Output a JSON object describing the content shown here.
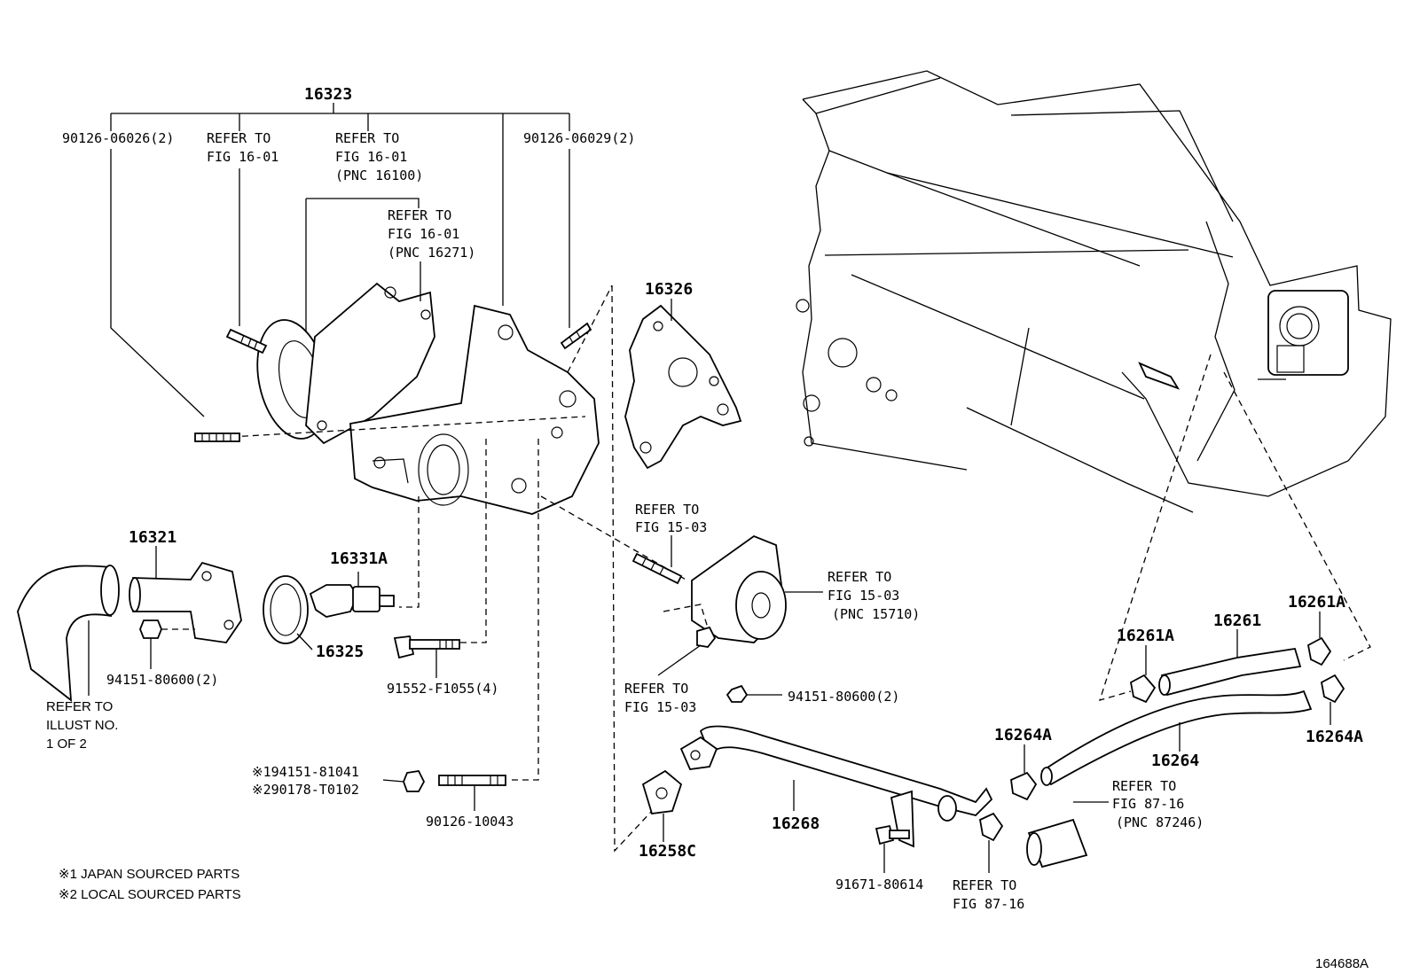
{
  "labels": {
    "p16323": "16323",
    "p90126_06026": "90126-06026(2)",
    "p90126_06029": "90126-06029(2)",
    "ref_1601_a_1": "REFER TO",
    "ref_1601_a_2": "FIG 16-01",
    "ref_1601_b_1": "REFER TO",
    "ref_1601_b_2": "FIG 16-01",
    "ref_1601_b_3": "(PNC 16100)",
    "ref_1601_c_1": "REFER TO",
    "ref_1601_c_2": "FIG 16-01",
    "ref_1601_c_3": "(PNC 16271)",
    "p16326": "16326",
    "p16321": "16321",
    "p16331A": "16331A",
    "p16325": "16325",
    "p94151_80600_a": "94151-80600(2)",
    "p91552": "91552-F1055(4)",
    "ref_illust_1": "REFER TO",
    "ref_illust_2": "ILLUST NO.",
    "ref_illust_3": "1 OF 2",
    "p194151": "※194151-81041",
    "p290178": "※290178-T0102",
    "p90126_10043": "90126-10043",
    "note1": "※1 JAPAN SOURCED PARTS",
    "note2": "※2 LOCAL SOURCED PARTS",
    "ref_1503_a_1": "REFER TO",
    "ref_1503_a_2": "FIG 15-03",
    "ref_1503_b_1": "REFER TO",
    "ref_1503_b_2": "FIG 15-03",
    "ref_1503_b_3": "(PNC 15710)",
    "ref_1503_c_1": "REFER TO",
    "ref_1503_c_2": "FIG 15-03",
    "p94151_80600_b": "94151-80600(2)",
    "p16268": "16268",
    "p16258C": "16258C",
    "p91671": "91671-80614",
    "ref_8716_a_1": "REFER TO",
    "ref_8716_a_2": "FIG 87-16",
    "ref_8716_b_1": "REFER TO",
    "ref_8716_b_2": "FIG 87-16",
    "ref_8716_b_3": "(PNC 87246)",
    "p16264A_a": "16264A",
    "p16264A_b": "16264A",
    "p16264": "16264",
    "p16261A_a": "16261A",
    "p16261A_b": "16261A",
    "p16261": "16261",
    "figure_id": "164688A"
  }
}
